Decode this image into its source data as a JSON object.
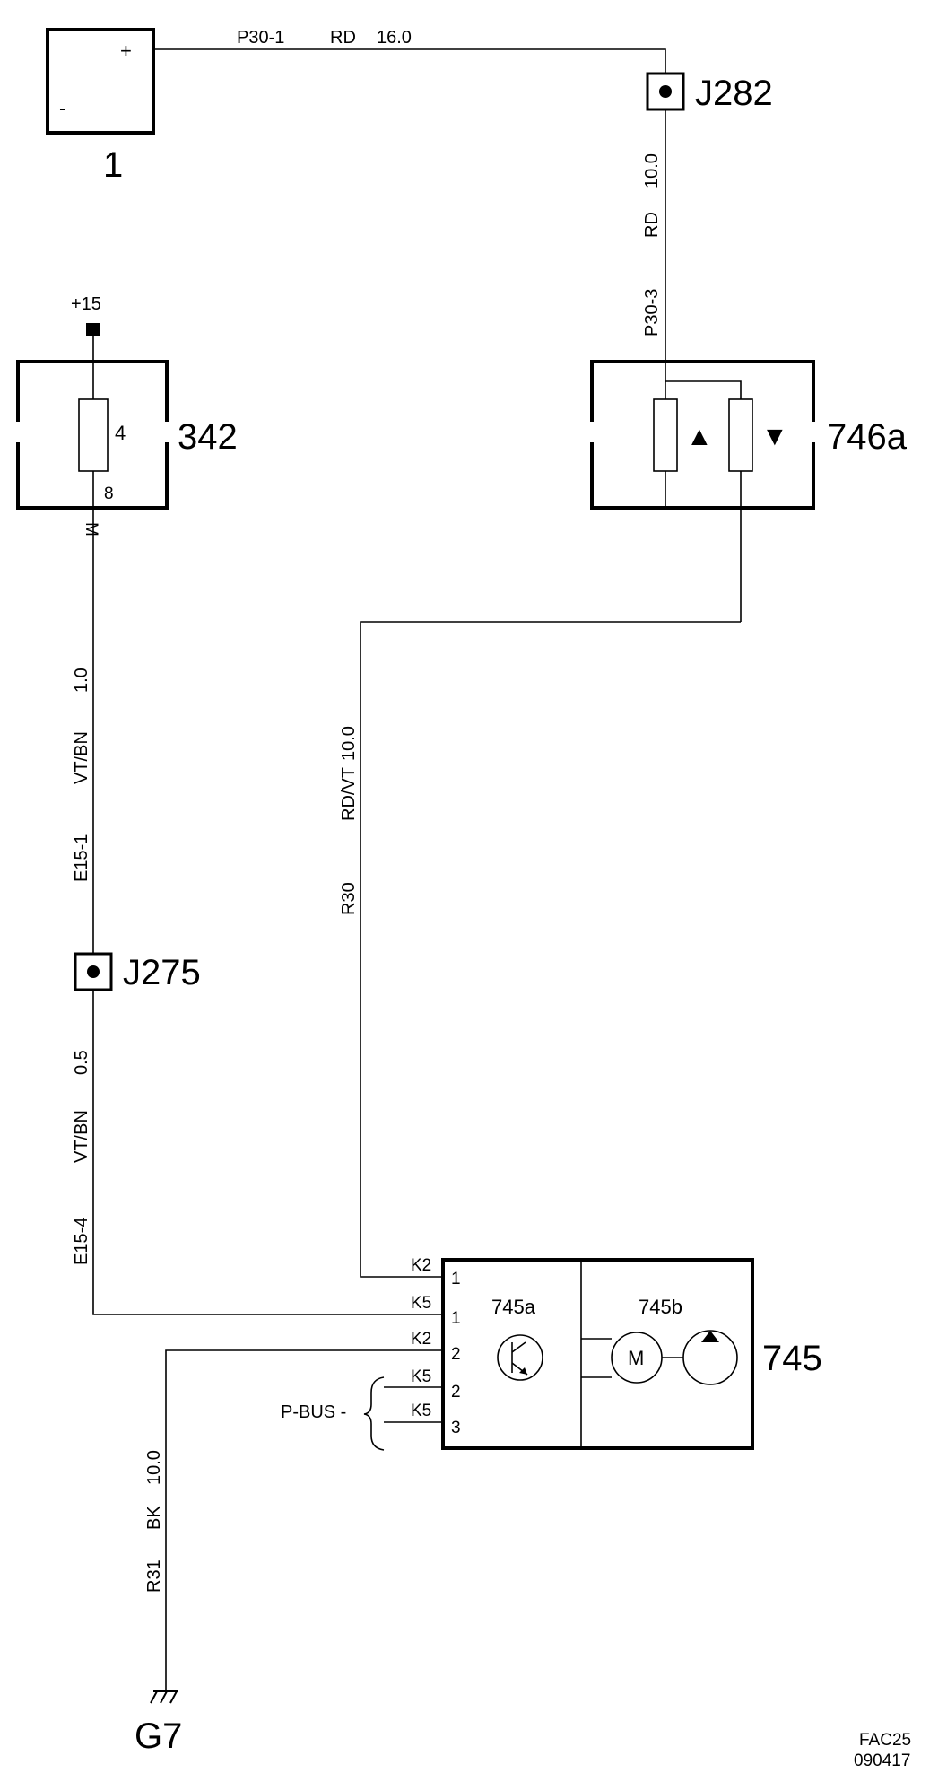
{
  "components": {
    "battery": {
      "id": "1",
      "plus": "+",
      "minus": "-"
    },
    "fuse_box": {
      "id": "342",
      "fuse": "4",
      "pin": "8"
    },
    "switch": {
      "id": "746a",
      "up": "▲",
      "down": "▼"
    },
    "pump_unit": {
      "id": "745",
      "control_module": "745a",
      "pump": "745b",
      "motor": "M"
    }
  },
  "supply": {
    "label": "+15"
  },
  "splices": {
    "j282": "J282",
    "j275": "J275"
  },
  "ground": {
    "id": "G7"
  },
  "wires": {
    "battery_to_j282": {
      "circuit": "P30-1",
      "color": "RD",
      "size": "16.0"
    },
    "j282_to_switch": {
      "circuit": "P30-3",
      "color": "RD",
      "size": "10.0"
    },
    "fuse_out": {
      "mark": "M"
    },
    "fuse_to_j275": {
      "circuit": "E15-1",
      "color": "VT/BN",
      "size": "1.0"
    },
    "j275_to_module": {
      "circuit": "E15-4",
      "color": "VT/BN",
      "size": "0.5"
    },
    "switch_to_module": {
      "circuit": "R30",
      "color": "RD/VT",
      "size": "10.0"
    },
    "module_to_ground": {
      "circuit": "R31",
      "color": "BK",
      "size": "10.0"
    }
  },
  "connectors": [
    {
      "name": "K2",
      "pin": "1"
    },
    {
      "name": "K5",
      "pin": "1"
    },
    {
      "name": "K2",
      "pin": "2"
    },
    {
      "name": "K5",
      "pin": "2"
    },
    {
      "name": "K5",
      "pin": "3"
    }
  ],
  "bus": {
    "label": "P-BUS -"
  },
  "footer": {
    "code": "FAC25",
    "date": "090417"
  }
}
